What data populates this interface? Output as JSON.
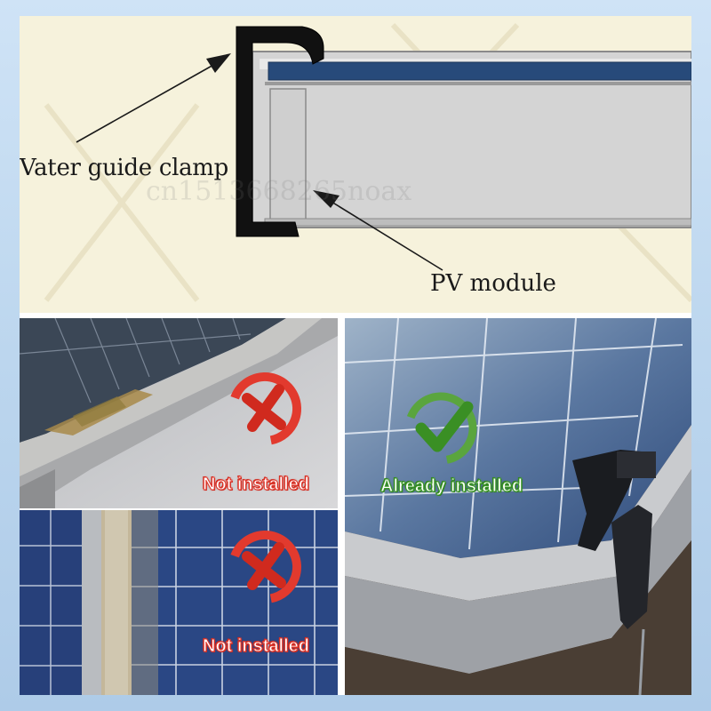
{
  "diagram": {
    "clamp_label": "Vater guide clamp",
    "module_label": "PV module",
    "watermark": "cn1513668265noax"
  },
  "photos": {
    "top_left_status": "Not installed",
    "bottom_left_status": "Not installed",
    "right_status": "Already installed"
  },
  "colors": {
    "not_installed": "#e23a2e",
    "installed": "#3e9b2a",
    "diagram_bg": "#f6f2dc",
    "module_glass": "#274a7a"
  },
  "icons": {
    "not_installed": "red-cross-icon",
    "installed": "green-check-icon"
  }
}
